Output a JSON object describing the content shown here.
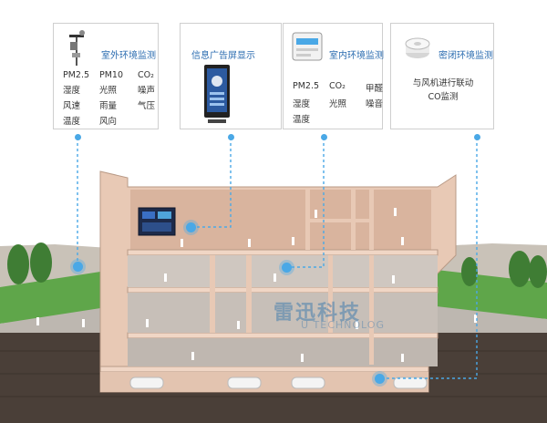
{
  "cards": {
    "outdoor": {
      "title": "室外环境监测",
      "items": [
        "PM2.5",
        "PM10",
        "CO₂",
        "湿度",
        "光照",
        "噪声",
        "风速",
        "雨量",
        "气压",
        "温度",
        "风向"
      ]
    },
    "screen": {
      "title": "信息广告屏显示"
    },
    "indoor": {
      "title": "室内环境监测",
      "items": [
        "PM2.5",
        "CO₂",
        "甲醛",
        "湿度",
        "光照",
        "噪音",
        "温度"
      ]
    },
    "closed": {
      "title": "密闭环境监测",
      "items": [
        "与风机进行联动",
        "CO监测"
      ]
    }
  },
  "watermark": {
    "brand": "雷迅科技",
    "sub": "U TECHNOLOG"
  },
  "colors": {
    "accent": "#4aa8e6",
    "title": "#2b6cb0",
    "building": "#e8c9b5",
    "ground": "#4a3f38"
  },
  "icons": [
    "weather-station-icon",
    "ad-screen-icon",
    "indoor-sensor-icon",
    "smoke-detector-icon"
  ]
}
